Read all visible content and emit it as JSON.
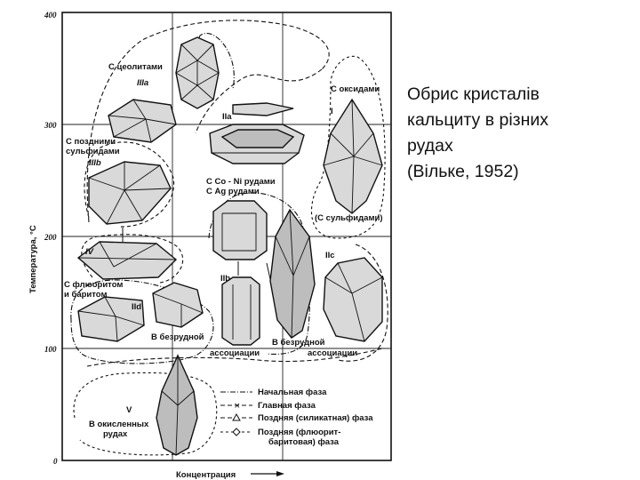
{
  "caption": {
    "line1": "Обрис кристалів",
    "line2": "кальциту в різних",
    "line3": "рудах",
    "line4": "(Вільке, 1952)"
  },
  "axis": {
    "y_label": "Температура, °С",
    "x_label": "Концентрация",
    "y_ticks": [
      "400",
      "300",
      "200",
      "100",
      "0"
    ]
  },
  "labels": {
    "zeolites": "С цеолитами",
    "IIIa": "IIIa",
    "oxides": "С оксидами",
    "I": "I",
    "IIa": "IIa",
    "late_sulfides_1": "С поздними",
    "late_sulfides_2": "сульфидами",
    "IIIb": "IIIb",
    "co_ni_1": "С Co - Ni рудами",
    "co_ni_2": "С Ag рудами",
    "sulfides": "(С сульфидами)",
    "IV": "IV",
    "IIc": "IIc",
    "fluorite_1": "С флюоритом",
    "fluorite_2": "и баритом",
    "IIb": "IIb",
    "IId": "IId",
    "barren_left_1": "В безрудной",
    "barren_left_2": "ассоциации",
    "barren_right_1": "В безрудной",
    "barren_right_2": "ассоциации",
    "V": "V",
    "oxidized_1": "В окисленных",
    "oxidized_2": "рудах"
  },
  "legend": {
    "initial": "Начальная фаза",
    "main": "Главная фаза",
    "late_silicate": "Поздняя (силикатная) фаза",
    "late_fluorite_1": "Поздняя (флюорит-",
    "late_fluorite_2": "баритовая) фаза"
  }
}
